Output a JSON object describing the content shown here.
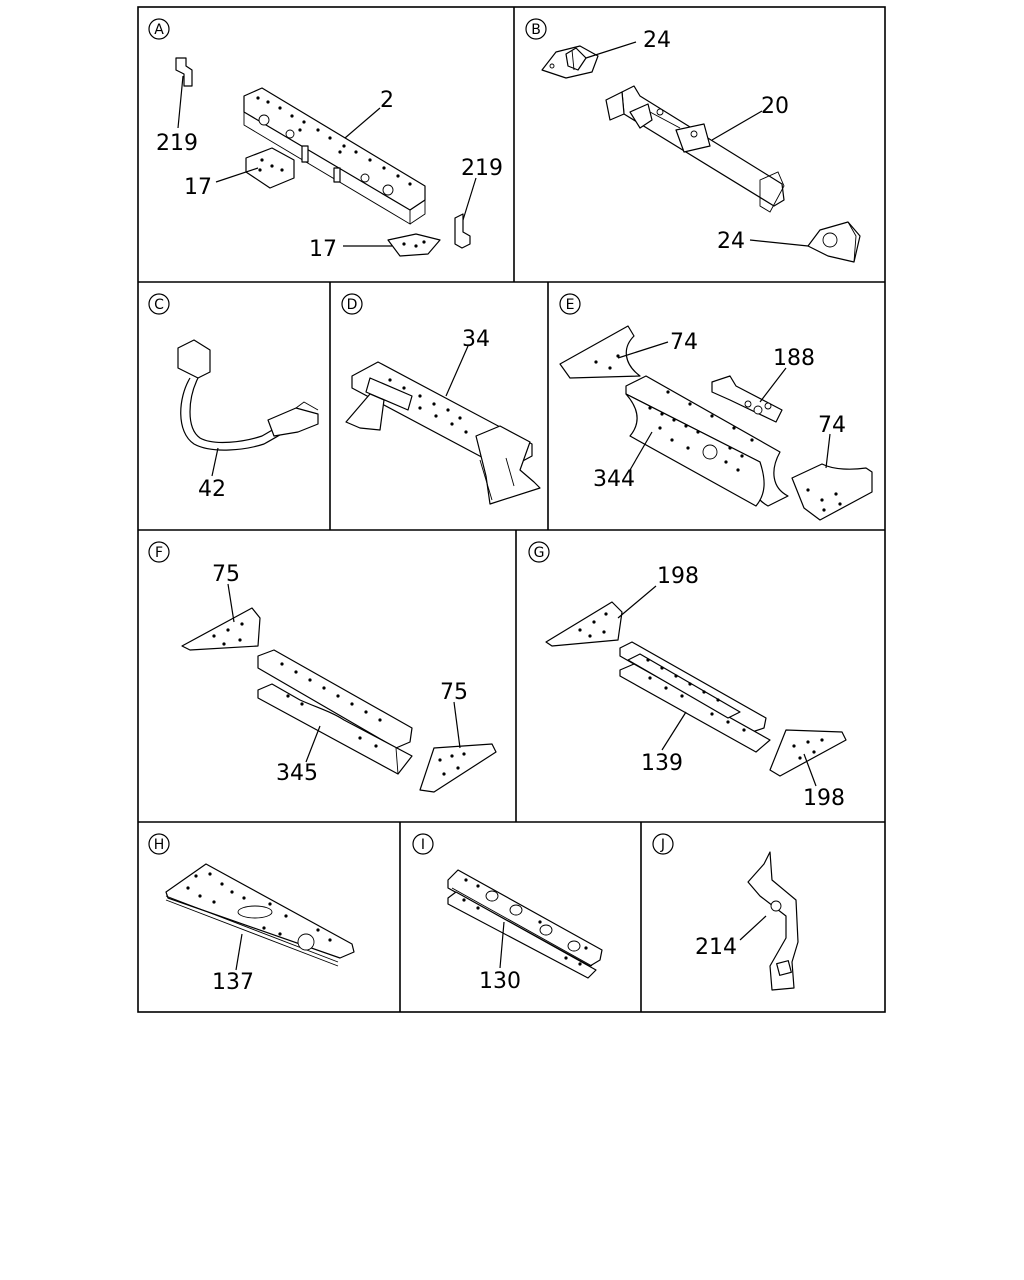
{
  "panels": [
    {
      "id": "A",
      "labels": [
        "2",
        "219",
        "17",
        "219",
        "17"
      ]
    },
    {
      "id": "B",
      "labels": [
        "24",
        "20",
        "24"
      ]
    },
    {
      "id": "C",
      "labels": [
        "42"
      ]
    },
    {
      "id": "D",
      "labels": [
        "34"
      ]
    },
    {
      "id": "E",
      "labels": [
        "74",
        "188",
        "74",
        "344"
      ]
    },
    {
      "id": "F",
      "labels": [
        "75",
        "75",
        "345"
      ]
    },
    {
      "id": "G",
      "labels": [
        "198",
        "139",
        "198"
      ]
    },
    {
      "id": "H",
      "labels": [
        "137"
      ]
    },
    {
      "id": "I",
      "labels": [
        "130"
      ]
    },
    {
      "id": "J",
      "labels": [
        "214"
      ]
    }
  ]
}
